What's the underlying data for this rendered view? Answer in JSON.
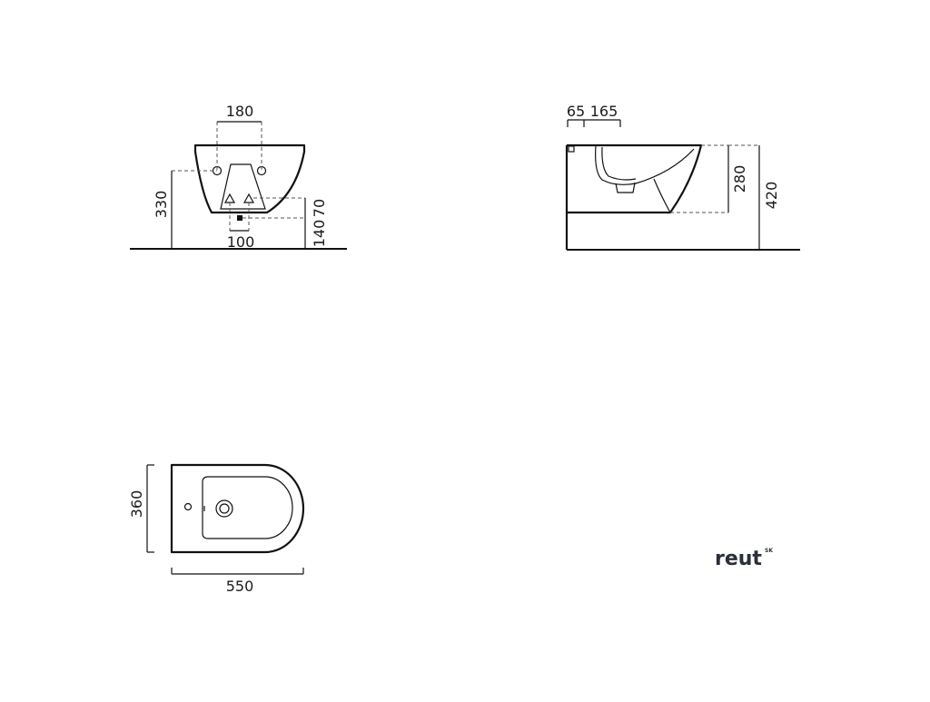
{
  "front_view": {
    "dim_top_width": "180",
    "dim_bottom_width": "100",
    "dim_height_left": "330",
    "dim_height_right_a": "140",
    "dim_height_right_b": "70"
  },
  "side_view": {
    "dim_top_a": "65",
    "dim_top_b": "165",
    "dim_height_bowl": "280",
    "dim_height_total": "420"
  },
  "top_view": {
    "dim_height": "360",
    "dim_width": "550"
  },
  "brand": {
    "name": "reut",
    "superscript": "SK"
  }
}
